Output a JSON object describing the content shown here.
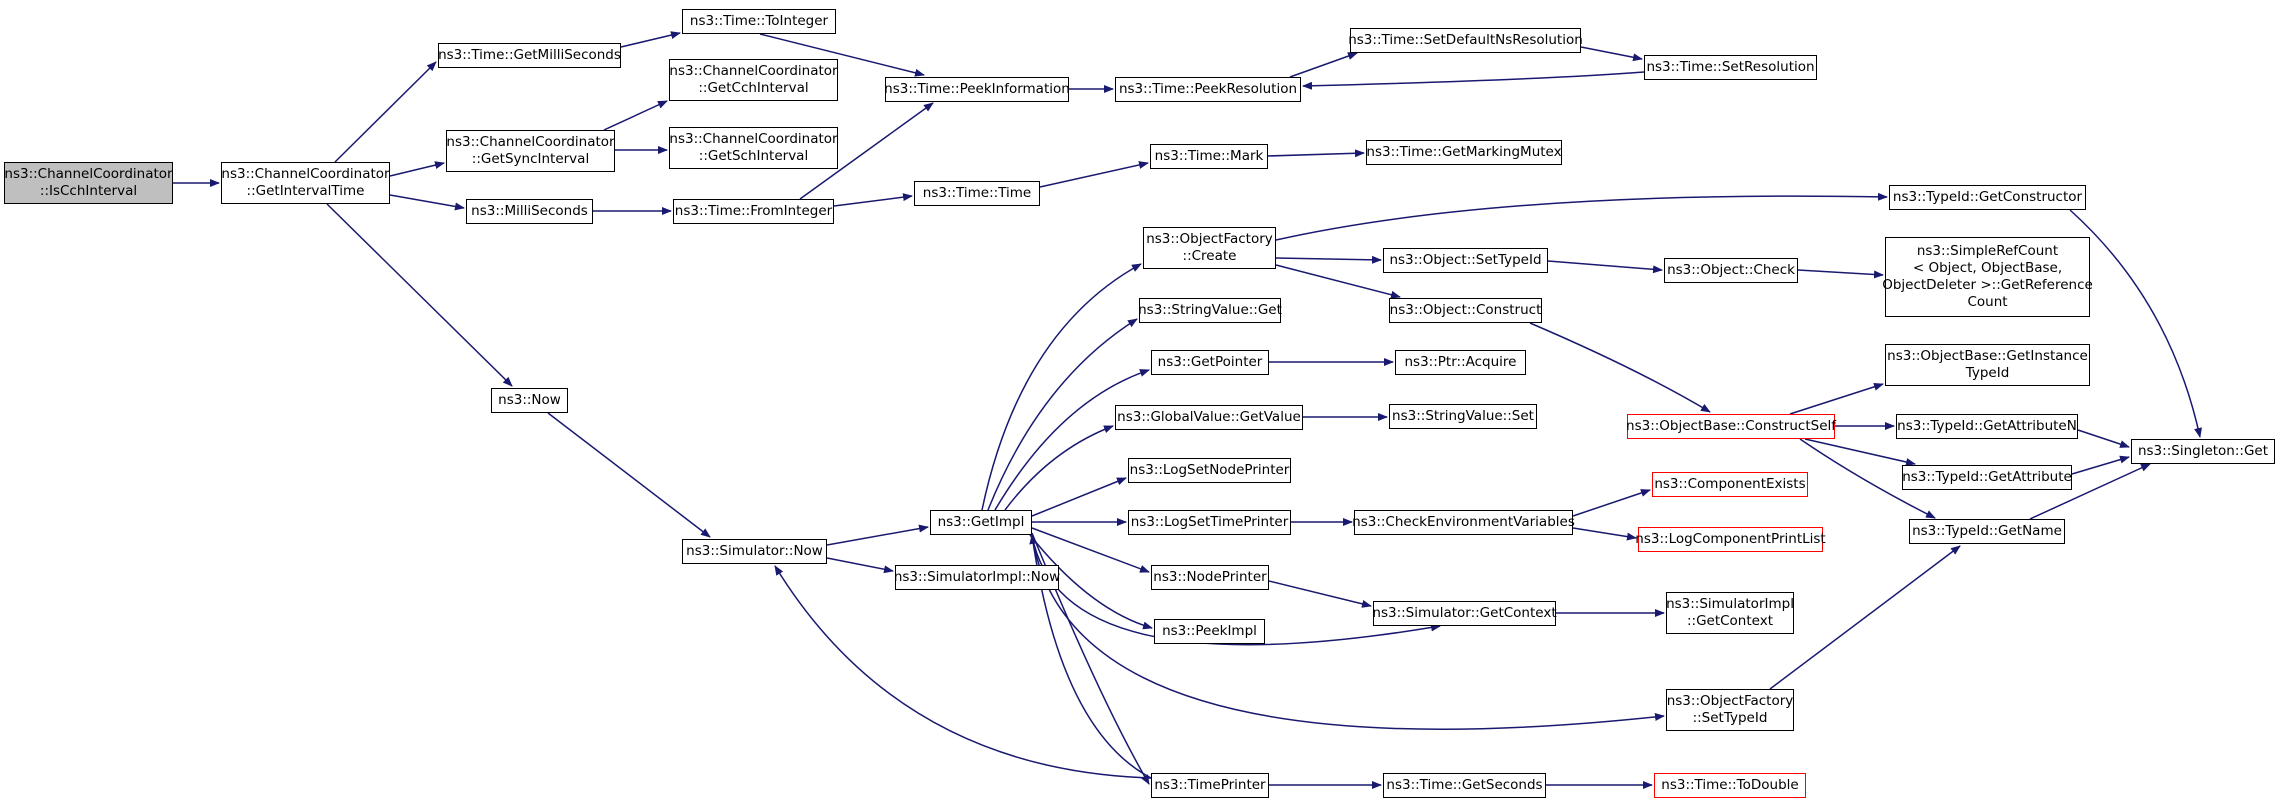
{
  "colors": {
    "edge": "#191970",
    "border": "#000000",
    "truncated_border": "#ff0000",
    "root_fill": "#bfbfbf"
  },
  "nodes": {
    "is_cch_interval": [
      "ns3::ChannelCoordinator",
      "::IsCchInterval"
    ],
    "get_interval_time": [
      "ns3::ChannelCoordinator",
      "::GetIntervalTime"
    ],
    "get_milliseconds": [
      "ns3::Time::GetMilliSeconds"
    ],
    "to_integer": [
      "ns3::Time::ToInteger"
    ],
    "get_cch_interval": [
      "ns3::ChannelCoordinator",
      "::GetCchInterval"
    ],
    "get_sync_interval": [
      "ns3::ChannelCoordinator",
      "::GetSyncInterval"
    ],
    "get_sch_interval": [
      "ns3::ChannelCoordinator",
      "::GetSchInterval"
    ],
    "milliseconds": [
      "ns3::MilliSeconds"
    ],
    "from_integer": [
      "ns3::Time::FromInteger"
    ],
    "peek_information": [
      "ns3::Time::PeekInformation"
    ],
    "peek_resolution": [
      "ns3::Time::PeekResolution"
    ],
    "set_default_ns_resolution": [
      "ns3::Time::SetDefaultNsResolution"
    ],
    "set_resolution": [
      "ns3::Time::SetResolution"
    ],
    "time_time": [
      "ns3::Time::Time"
    ],
    "time_mark": [
      "ns3::Time::Mark"
    ],
    "get_marking_mutex": [
      "ns3::Time::GetMarkingMutex"
    ],
    "now": [
      "ns3::Now"
    ],
    "simulator_now": [
      "ns3::Simulator::Now"
    ],
    "simulator_impl_now": [
      "ns3::SimulatorImpl::Now"
    ],
    "get_impl": [
      "ns3::GetImpl"
    ],
    "object_factory_create": [
      "ns3::ObjectFactory",
      "::Create"
    ],
    "string_value_get": [
      "ns3::StringValue::Get"
    ],
    "get_pointer": [
      "ns3::GetPointer"
    ],
    "ptr_acquire": [
      "ns3::Ptr::Acquire"
    ],
    "global_value_get_value": [
      "ns3::GlobalValue::GetValue"
    ],
    "string_value_set": [
      "ns3::StringValue::Set"
    ],
    "log_set_node_printer": [
      "ns3::LogSetNodePrinter"
    ],
    "log_set_time_printer": [
      "ns3::LogSetTimePrinter"
    ],
    "check_environment_variables": [
      "ns3::CheckEnvironmentVariables"
    ],
    "node_printer": [
      "ns3::NodePrinter"
    ],
    "peek_impl": [
      "ns3::PeekImpl"
    ],
    "simulator_get_context": [
      "ns3::Simulator::GetContext"
    ],
    "simulator_impl_get_context": [
      "ns3::SimulatorImpl",
      "::GetContext"
    ],
    "object_factory_set_type_id": [
      "ns3::ObjectFactory",
      "::SetTypeId"
    ],
    "time_printer": [
      "ns3::TimePrinter"
    ],
    "time_get_seconds": [
      "ns3::Time::GetSeconds"
    ],
    "time_to_double": [
      "ns3::Time::ToDouble"
    ],
    "object_set_type_id": [
      "ns3::Object::SetTypeId"
    ],
    "object_check": [
      "ns3::Object::Check"
    ],
    "object_construct": [
      "ns3::Object::Construct"
    ],
    "type_id_get_constructor": [
      "ns3::TypeId::GetConstructor"
    ],
    "simple_ref_count": [
      "ns3::SimpleRefCount",
      "< Object, ObjectBase,",
      "ObjectDeleter >::GetReference",
      "Count"
    ],
    "object_base_get_instance_type_id": [
      "ns3::ObjectBase::GetInstance",
      "TypeId"
    ],
    "object_base_construct_self": [
      "ns3::ObjectBase::ConstructSelf"
    ],
    "type_id_get_attribute_n": [
      "ns3::TypeId::GetAttributeN"
    ],
    "type_id_get_attribute": [
      "ns3::TypeId::GetAttribute"
    ],
    "type_id_get_name": [
      "ns3::TypeId::GetName"
    ],
    "singleton_get": [
      "ns3::Singleton::Get"
    ],
    "component_exists": [
      "ns3::ComponentExists"
    ],
    "log_component_print_list": [
      "ns3::LogComponentPrintList"
    ]
  }
}
